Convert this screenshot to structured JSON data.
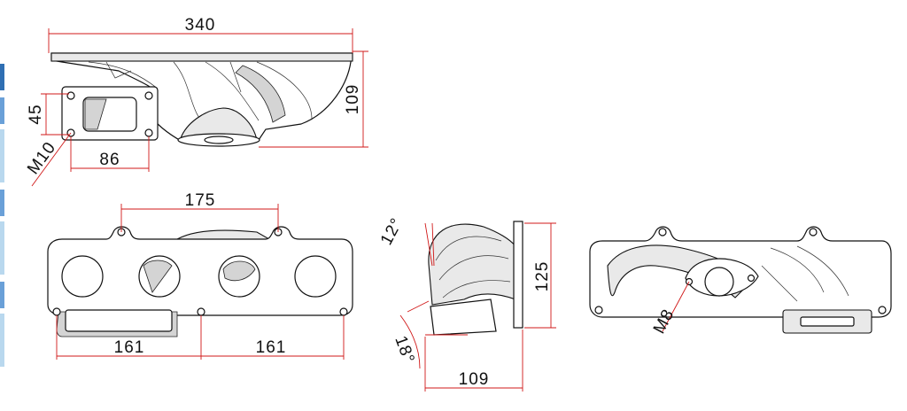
{
  "colors": {
    "dimension_line": "#d01818",
    "outline": "#111111",
    "left_edge_tabs": [
      "#2f6fb3",
      "#6aa0d8",
      "#b9d8ee"
    ]
  },
  "dimensions": {
    "top_view": {
      "overall_length": "340",
      "height": "109",
      "flange_height": "45",
      "flange_width": "86",
      "thread": "M10"
    },
    "front_view": {
      "port_span": "175",
      "left_half": "161",
      "right_half": "161"
    },
    "side_view": {
      "upper_angle": "12°",
      "lower_angle": "18°",
      "height": "125",
      "depth": "109"
    },
    "rear_view": {
      "thread": "M8"
    }
  }
}
